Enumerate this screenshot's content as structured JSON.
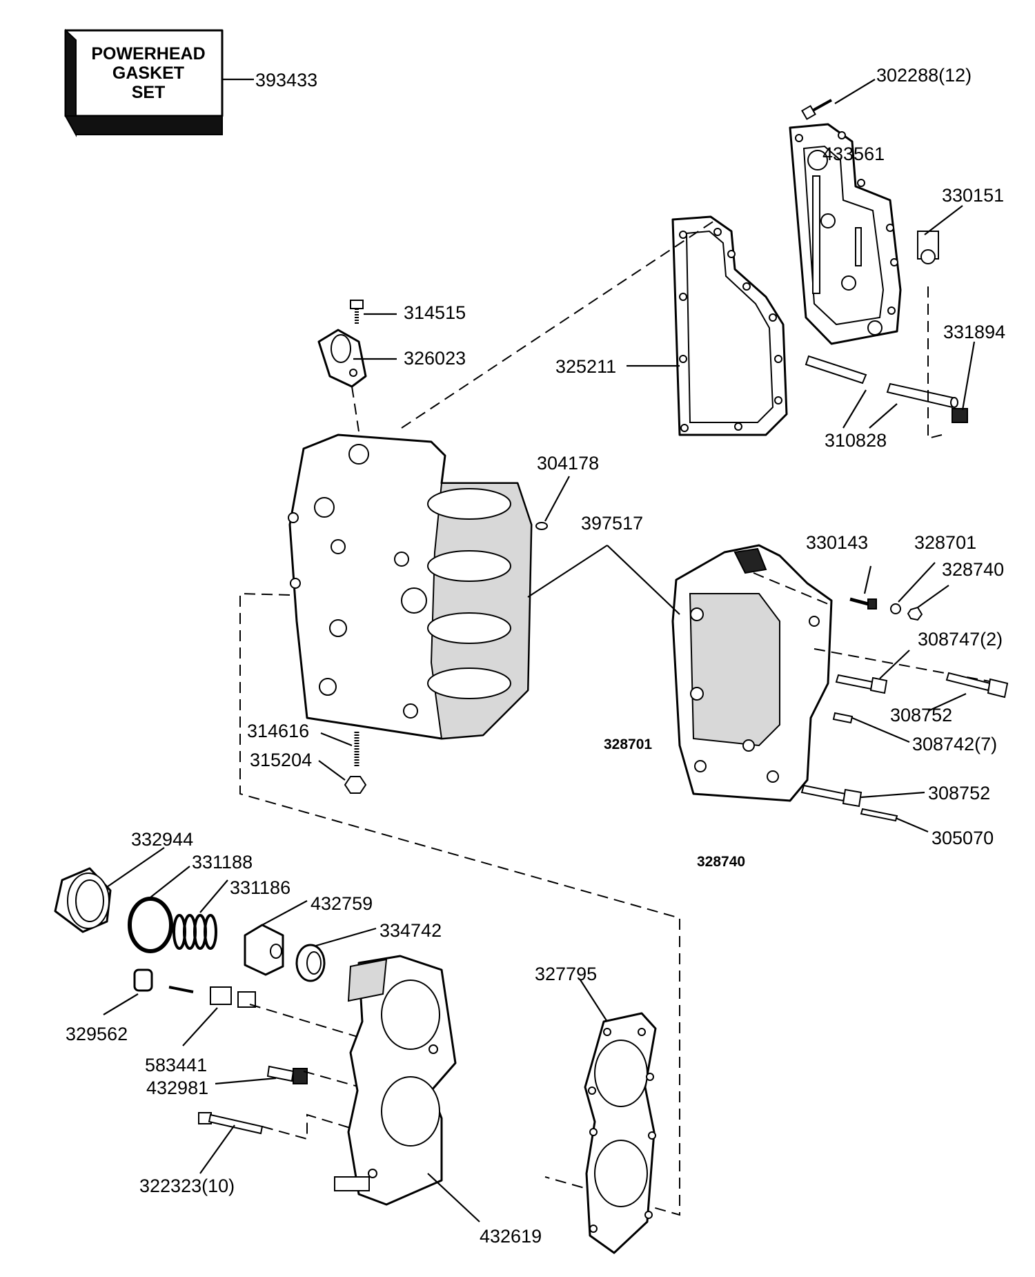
{
  "gasket_set": {
    "line1": "POWERHEAD",
    "line2": "GASKET",
    "line3": "SET",
    "part_number": "393433"
  },
  "callouts": {
    "p302288": "302288(12)",
    "p433561": "433561",
    "p330151": "330151",
    "p314515": "314515",
    "p326023": "326023",
    "p325211": "325211",
    "p331894": "331894",
    "p310828": "310828",
    "p304178": "304178",
    "p397517": "397517",
    "p330143": "330143",
    "p328701a": "328701",
    "p328740a": "328740",
    "p308747": "308747(2)",
    "p308752a": "308752",
    "p328701b": "328701",
    "p308742": "308742(7)",
    "p314616": "314616",
    "p315204": "315204",
    "p308752b": "308752",
    "p305070": "305070",
    "p328740b": "328740",
    "p332944": "332944",
    "p331188": "331188",
    "p331186": "331186",
    "p432759": "432759",
    "p334742": "334742",
    "p327795": "327795",
    "p329562": "329562",
    "p583441": "583441",
    "p432981": "432981",
    "p322323": "322323(10)",
    "p432619": "432619"
  }
}
